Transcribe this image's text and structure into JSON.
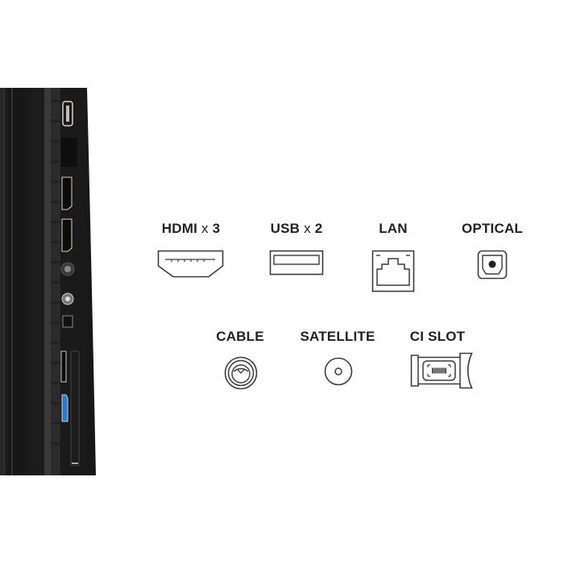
{
  "connections": {
    "row1": [
      {
        "id": "hdmi",
        "name": "HDMI",
        "multiplier": "x",
        "count": "3",
        "icon": "hdmi-port-icon"
      },
      {
        "id": "usb",
        "name": "USB",
        "multiplier": "x",
        "count": "2",
        "icon": "usb-port-icon"
      },
      {
        "id": "lan",
        "name": "LAN",
        "icon": "ethernet-port-icon"
      },
      {
        "id": "optical",
        "name": "OPTICAL",
        "icon": "optical-port-icon"
      }
    ],
    "row2": [
      {
        "id": "cable",
        "name": "CABLE",
        "icon": "coax-cable-port-icon"
      },
      {
        "id": "satellite",
        "name": "SATELLITE",
        "icon": "satellite-port-icon"
      },
      {
        "id": "ci",
        "name": "CI SLOT",
        "icon": "ci-slot-icon"
      }
    ]
  },
  "colors": {
    "icon_stroke": "#3a3a3a",
    "label": "#222222",
    "tv_body": "#1c1c1c",
    "usb3_accent": "#2a7bd4"
  }
}
